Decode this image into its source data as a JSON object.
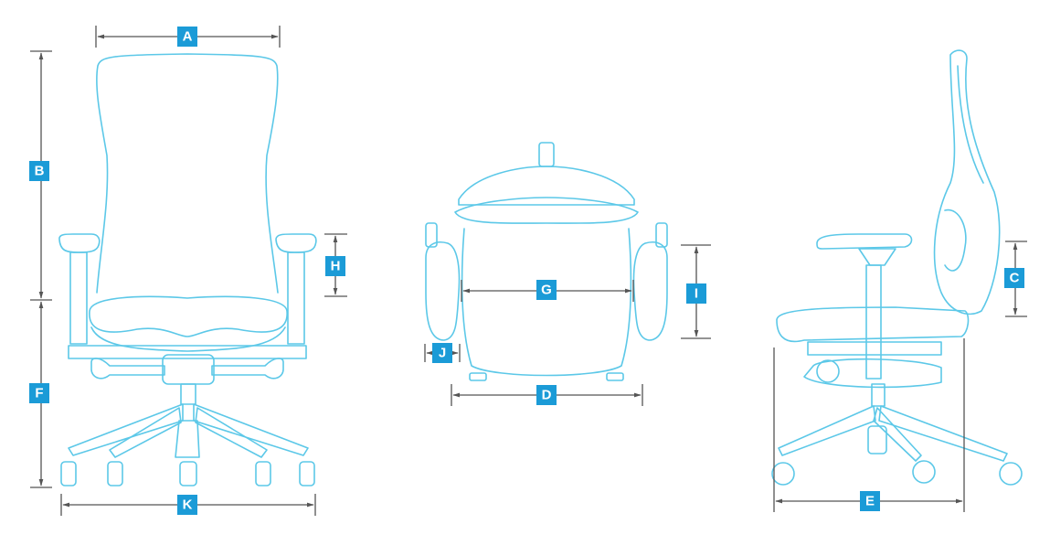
{
  "diagram": {
    "views": [
      "front-view",
      "top-view",
      "side-view"
    ],
    "dimension_labels": {
      "A": "A",
      "B": "B",
      "C": "C",
      "D": "D",
      "E": "E",
      "F": "F",
      "G": "G",
      "H": "H",
      "I": "I",
      "J": "J",
      "K": "K"
    },
    "colors": {
      "outline": "#5cc8e8",
      "label_bg": "#1b9bd7",
      "dimension_line": "#555555"
    }
  }
}
